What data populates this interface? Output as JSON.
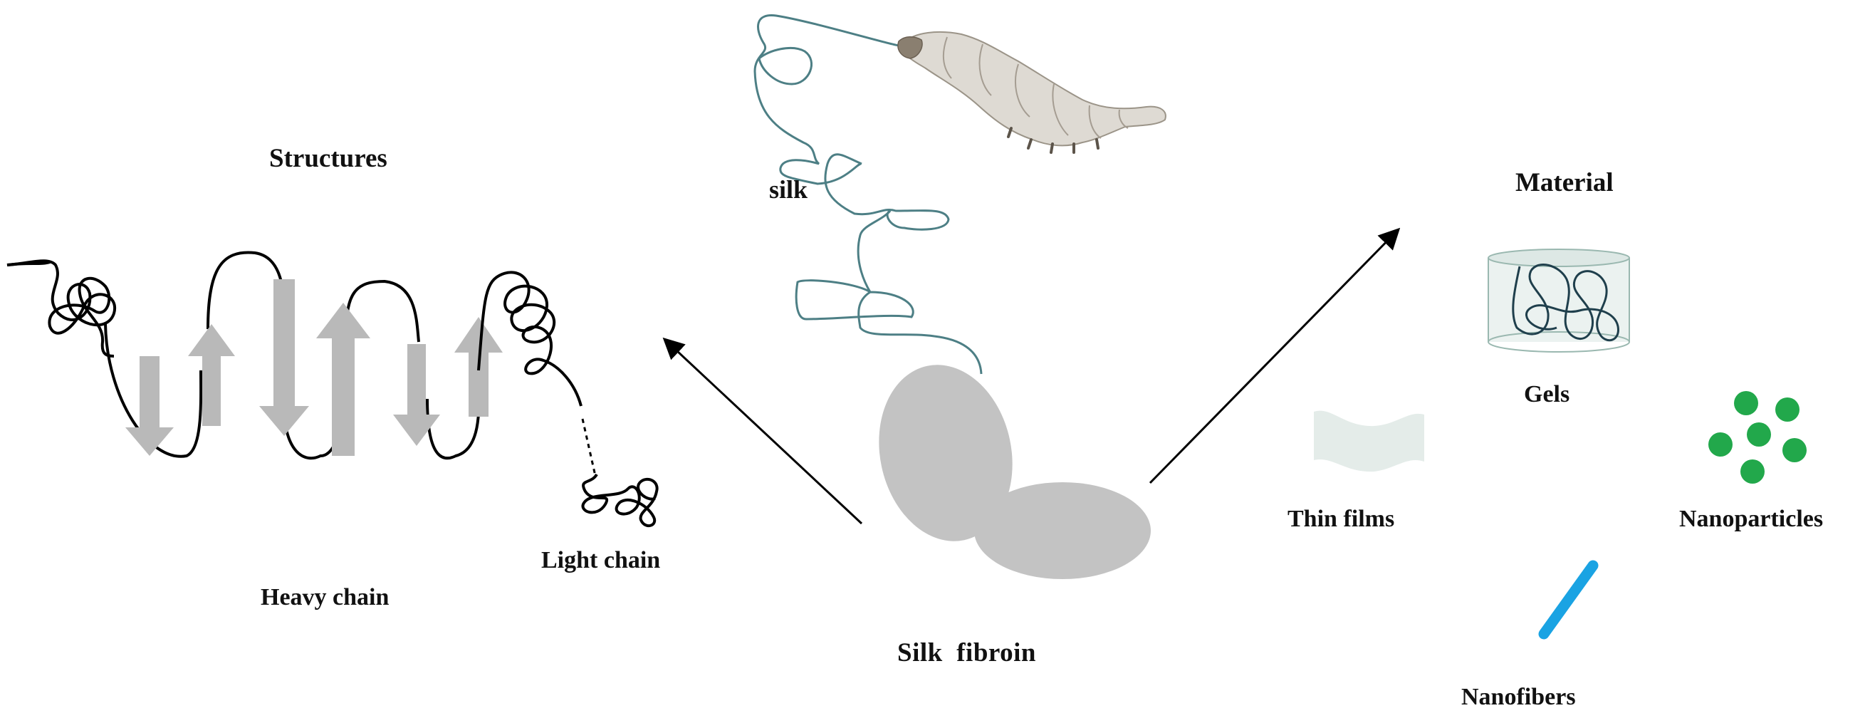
{
  "labels": {
    "structures": "Structures",
    "material": "Material",
    "silk": "silk",
    "heavy_chain": "Heavy chain",
    "light_chain": "Light chain",
    "silk_fibroin": "Silk  fibroin",
    "gels": "Gels",
    "thin_films": "Thin films",
    "nanoparticles": "Nanoparticles",
    "nanofibers": "Nanofibers"
  },
  "colors": {
    "beta_sheet_arrow": "#b9b9b9",
    "fibroin_blob": "#c3c3c3",
    "silk_thread": "#4d7f85",
    "nanoparticle": "#22a84b",
    "nanofiber": "#1aa3e3",
    "thin_film": "#e4ece9",
    "gel_line": "#1f3f4c"
  },
  "icons": {
    "silkworm": "silkworm-image",
    "gel": "gel-cylinder-icon",
    "film": "thin-film-icon",
    "nanoparticles": "nanoparticle-dots-icon",
    "nanofiber": "nanofiber-rod-icon"
  }
}
